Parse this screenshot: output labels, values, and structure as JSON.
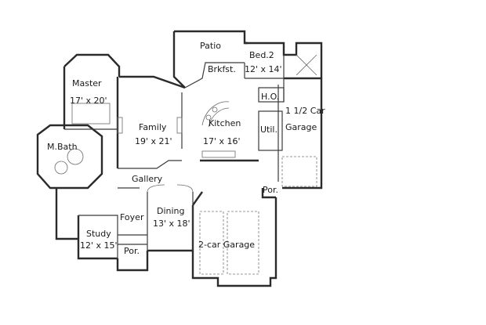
{
  "rooms": {
    "patio": {
      "name": "Patio"
    },
    "bed2": {
      "name": "Bed.2",
      "dims": "12' x 14'"
    },
    "brkfst": {
      "name": "Brkfst."
    },
    "ho": {
      "name": "H.O."
    },
    "garage15": {
      "name_line1": "1 1/2 Car",
      "name_line2": "Garage"
    },
    "master": {
      "name": "Master",
      "dims": "17' x 20'"
    },
    "family": {
      "name": "Family",
      "dims": "19' x 21'"
    },
    "kitchen": {
      "name": "Kitchen",
      "dims": "17' x 16'"
    },
    "util": {
      "name": "Util."
    },
    "mbath": {
      "name": "M.Bath"
    },
    "gallery": {
      "name": "Gallery"
    },
    "por_right": {
      "name": "Por."
    },
    "dining": {
      "name": "Dining",
      "dims": "13' x 18'"
    },
    "foyer": {
      "name": "Foyer"
    },
    "study": {
      "name": "Study",
      "dims": "12' x 15'"
    },
    "garage2": {
      "name": "2-car Garage"
    },
    "por_front": {
      "name": "Por."
    }
  }
}
